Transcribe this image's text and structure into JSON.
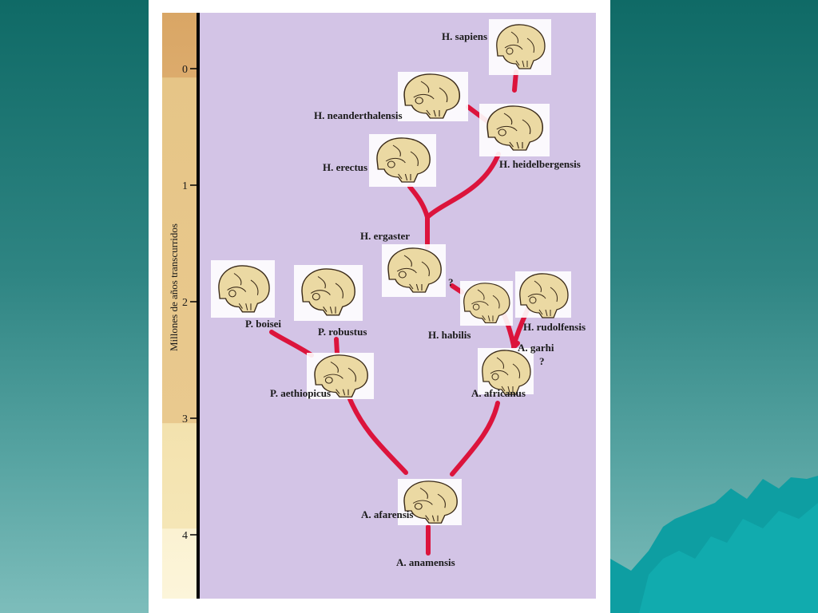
{
  "colors": {
    "tree_background": "#d3c4e6",
    "branch": "#dc143c",
    "skull": "#ebd9a3",
    "axis": "#000000",
    "timeband_top": "#dba86a",
    "timeband_mid": "#e7c689",
    "timeband_low": "#f3e1ae",
    "timeband_bottom": "#fbf1cf"
  },
  "axis": {
    "title": "Millones de años transcurridos",
    "ticks": [
      {
        "value": 0,
        "label": "0"
      },
      {
        "value": 1,
        "label": "1"
      },
      {
        "value": 2,
        "label": "2"
      },
      {
        "value": 3,
        "label": "3"
      },
      {
        "value": 4,
        "label": "4"
      }
    ]
  },
  "species": [
    {
      "id": "h-sapiens",
      "label": "H. sapiens",
      "icon": "skull-icon"
    },
    {
      "id": "h-neanderthalensis",
      "label": "H. neanderthalensis",
      "icon": "skull-icon"
    },
    {
      "id": "h-heidelbergensis",
      "label": "H. heidelbergensis",
      "icon": "skull-icon"
    },
    {
      "id": "h-erectus",
      "label": "H. erectus",
      "icon": "skull-icon"
    },
    {
      "id": "h-ergaster",
      "label": "H. ergaster",
      "icon": "skull-icon"
    },
    {
      "id": "h-habilis",
      "label": "H. habilis",
      "icon": "skull-icon"
    },
    {
      "id": "h-rudolfensis",
      "label": "H. rudolfensis",
      "icon": "skull-icon"
    },
    {
      "id": "a-garhi",
      "label": "A. garhi",
      "icon": "skull-icon"
    },
    {
      "id": "a-africanus",
      "label": "A. africanus",
      "icon": "skull-icon"
    },
    {
      "id": "p-boisei",
      "label": "P. boisei",
      "icon": "skull-icon"
    },
    {
      "id": "p-robustus",
      "label": "P. robustus",
      "icon": "skull-icon"
    },
    {
      "id": "p-aethiopicus",
      "label": "P. aethiopicus",
      "icon": "skull-icon"
    },
    {
      "id": "a-afarensis",
      "label": "A. afarensis",
      "icon": "skull-icon"
    },
    {
      "id": "a-anamensis",
      "label": "A. anamensis",
      "icon": "skull-icon"
    }
  ],
  "uncertain_marks": [
    {
      "id": "habilis-link",
      "label": "?"
    },
    {
      "id": "garhi-link",
      "label": "?"
    }
  ]
}
